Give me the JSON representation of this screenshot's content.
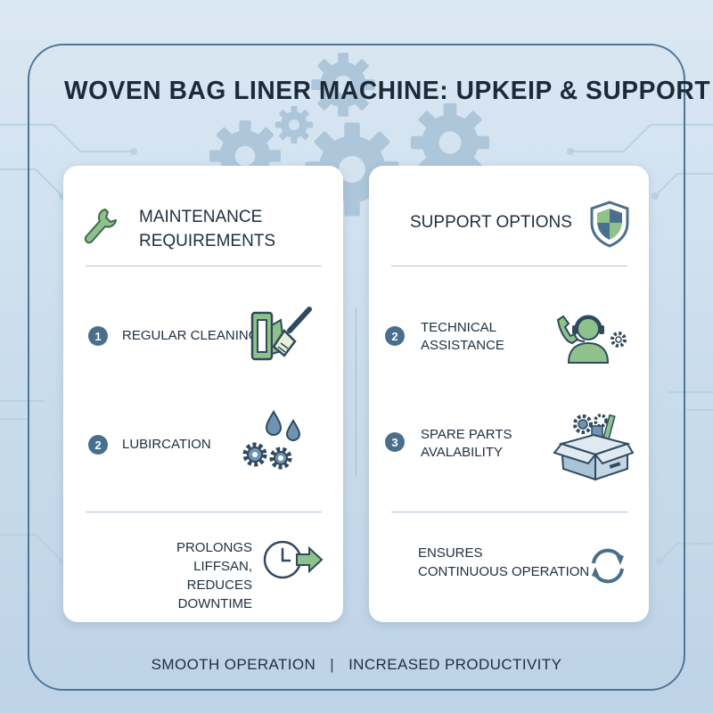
{
  "title": "WOVEN BAG LINER MACHINE: UPKEIP & SUPPORT",
  "left_card": {
    "header_line1": "MAINTENANCE",
    "header_line2": "REQUIREMENTS",
    "header_icon": "wrench-icon",
    "items": [
      {
        "number": "1",
        "label": "REGULAR CLEANING",
        "icon": "cleaning-brush-icon"
      },
      {
        "number": "2",
        "label": "LUBIRCATION",
        "icon": "oil-drops-gears-icon"
      }
    ],
    "footer_line1": "PROLONGS LIFFSAN,",
    "footer_line2": "REDUCES DOWNTIME",
    "footer_icon": "clock-arrow-icon"
  },
  "right_card": {
    "header": "SUPPORT OPTIONS",
    "header_icon": "shield-icon",
    "items": [
      {
        "number": "2",
        "label_line1": "TECHNICAL",
        "label_line2": "ASSISTANCE",
        "icon": "support-agent-icon"
      },
      {
        "number": "3",
        "label_line1": "SPARE PARTS",
        "label_line2": "AVALABILITY",
        "icon": "parts-box-icon"
      }
    ],
    "footer_line1": "ENSURES",
    "footer_line2": "CONTINUOUS OPERATION",
    "footer_icon": "refresh-cycle-icon"
  },
  "bottom": {
    "left": "SMOOTH OPERATION",
    "separator": "|",
    "right": "INCREASED PRODUCTIVITY"
  },
  "colors": {
    "accent_green": "#8fc28a",
    "accent_blue": "#4a6f8c",
    "frame": "#4f7596",
    "background": "#d3e3f0"
  }
}
